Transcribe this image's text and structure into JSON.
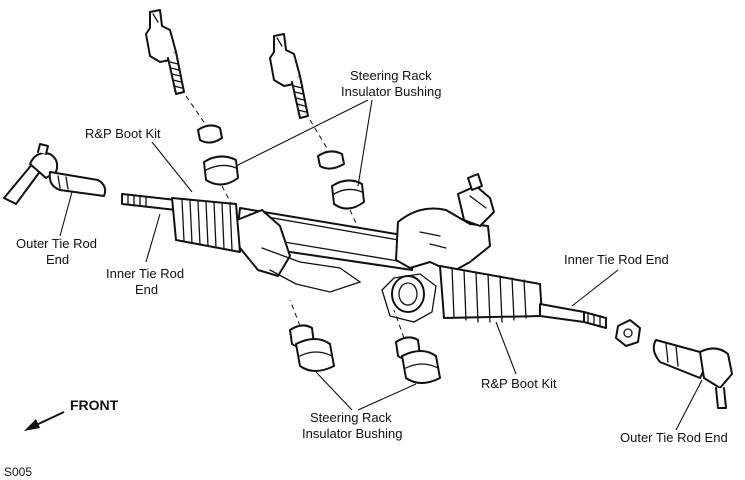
{
  "labels": {
    "rp_boot_kit_left": "R&P Boot Kit",
    "bushing_top_line1": "Steering Rack",
    "bushing_top_line2": "Insulator Bushing",
    "outer_tie_rod_left_line1": "Outer Tie Rod",
    "outer_tie_rod_left_line2": "End",
    "inner_tie_rod_left_line1": "Inner Tie Rod",
    "inner_tie_rod_left_line2": "End",
    "inner_tie_rod_right": "Inner Tie Rod End",
    "rp_boot_kit_right": "R&P Boot Kit",
    "bushing_bottom_line1": "Steering Rack",
    "bushing_bottom_line2": "Insulator Bushing",
    "outer_tie_rod_right": "Outer Tie Rod End",
    "front": "FRONT",
    "figure_code": "S005"
  }
}
